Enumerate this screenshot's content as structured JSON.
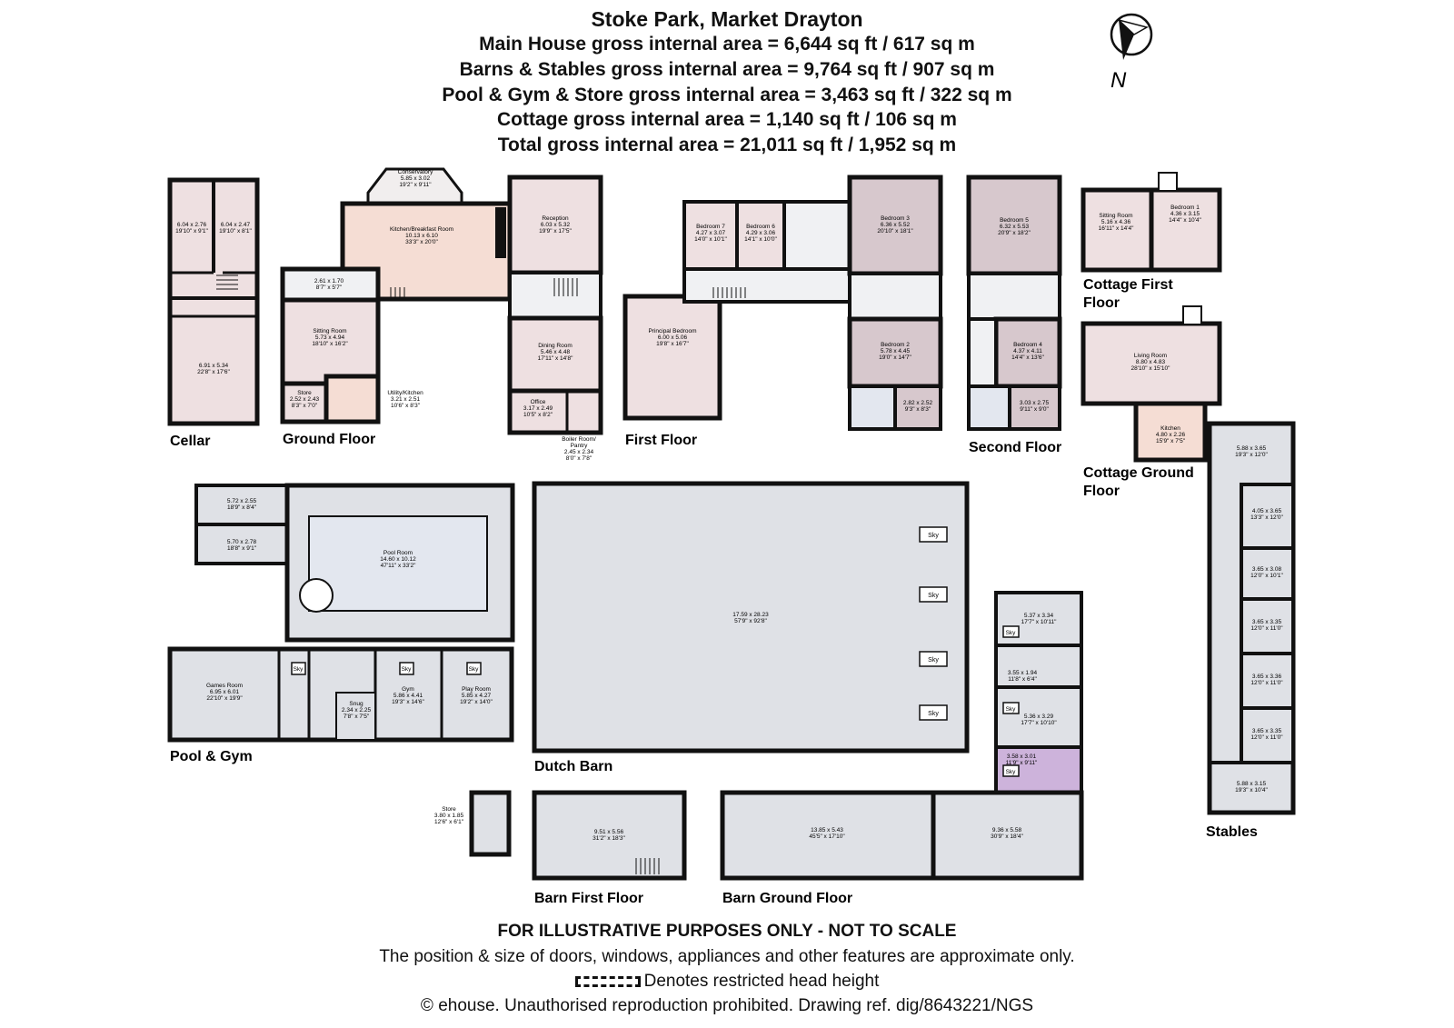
{
  "header": {
    "title": "Stoke Park, Market Drayton",
    "lines": [
      "Main House gross internal area = 6,644 sq ft / 617 sq m",
      "Barns & Stables gross internal area = 9,764 sq ft / 907 sq m",
      "Pool & Gym & Store gross internal area = 3,463 sq ft / 322 sq m",
      "Cottage gross internal area = 1,140 sq ft / 106 sq m",
      "Total gross internal area = 21,011 sq ft / 1,952 sq m"
    ]
  },
  "compass": {
    "label": "N"
  },
  "sections": {
    "cellar": "Cellar",
    "ground_floor": "Ground Floor",
    "first_floor": "First Floor",
    "second_floor": "Second Floor",
    "cottage_first_1": "Cottage First",
    "cottage_first_2": "Floor",
    "cottage_ground_1": "Cottage Ground",
    "cottage_ground_2": "Floor",
    "pool_gym": "Pool & Gym",
    "dutch_barn": "Dutch Barn",
    "barn_first": "Barn First Floor",
    "barn_ground": "Barn Ground Floor",
    "stables": "Stables"
  },
  "rooms": {
    "cellar_a": [
      "6.04 x 2.76",
      "19'10\" x 9'1\""
    ],
    "cellar_b": [
      "6.04 x 2.47",
      "19'10\" x 8'1\""
    ],
    "cellar_c": [
      "6.91 x 5.34",
      "22'8\" x 17'6\""
    ],
    "conservatory": [
      "Conservatory",
      "5.85 x 3.02",
      "19'2\" x 9'11\""
    ],
    "kitchen": [
      "Kitchen/Breakfast Room",
      "10.13 x 6.10",
      "33'3\" x 20'0\""
    ],
    "reception": [
      "Reception",
      "6.03 x 5.32",
      "19'9\" x 17'5\""
    ],
    "hall_small": [
      "2.61 x 1.70",
      "8'7\" x 5'7\""
    ],
    "sitting": [
      "Sitting Room",
      "5.73 x 4.94",
      "18'10\" x 16'2\""
    ],
    "store_gf": [
      "Store",
      "2.52 x 2.43",
      "8'3\" x 7'0\""
    ],
    "utility": [
      "Utility/Kitchen",
      "3.21 x 2.51",
      "10'6\" x 8'3\""
    ],
    "dining": [
      "Dining Room",
      "5.46 x 4.48",
      "17'11\" x 14'8\""
    ],
    "office": [
      "Office",
      "3.17 x 2.49",
      "10'5\" x 8'2\""
    ],
    "boiler": [
      "Boiler Room/",
      "Pantry",
      "2.45 x 2.34",
      "8'0\" x 7'8\""
    ],
    "bed7": [
      "Bedroom 7",
      "4.27 x 3.07",
      "14'0\" x 10'1\""
    ],
    "bed6": [
      "Bedroom 6",
      "4.29 x 3.06",
      "14'1\" x 10'0\""
    ],
    "principal": [
      "Principal Bedroom",
      "6.00 x 5.06",
      "19'8\" x 16'7\""
    ],
    "bed3": [
      "Bedroom 3",
      "6.36 x 5.52",
      "20'10\" x 18'1\""
    ],
    "bed2": [
      "Bedroom 2",
      "5.78 x 4.45",
      "19'0\" x 14'7\""
    ],
    "ff_small": [
      "2.82 x 2.52",
      "9'3\" x 8'3\""
    ],
    "bed5": [
      "Bedroom 5",
      "6.32 x 5.53",
      "20'9\" x 18'2\""
    ],
    "bed4": [
      "Bedroom 4",
      "4.37 x 4.11",
      "14'4\" x 13'6\""
    ],
    "sf_small": [
      "3.03 x 2.75",
      "9'11\" x 9'0\""
    ],
    "c_sitting": [
      "Sitting Room",
      "5.16 x 4.36",
      "16'11\" x 14'4\""
    ],
    "c_bed1": [
      "Bedroom 1",
      "4.36 x 3.15",
      "14'4\" x 10'4\""
    ],
    "c_living": [
      "Living Room",
      "8.80 x 4.83",
      "28'10\" x 15'10\""
    ],
    "c_kitchen": [
      "Kitchen",
      "4.80 x 2.26",
      "15'9\" x 7'5\""
    ],
    "pool_store1": [
      "5.72 x 2.55",
      "18'9\" x 8'4\""
    ],
    "pool_store2": [
      "5.70 x 2.78",
      "18'8\" x 9'1\""
    ],
    "pool_room": [
      "Pool Room",
      "14.60 x 10.12",
      "47'11\" x 33'2\""
    ],
    "games": [
      "Games Room",
      "6.95 x 6.01",
      "22'10\" x 19'9\""
    ],
    "snug": [
      "Snug",
      "2.34 x 2.25",
      "7'8\" x 7'5\""
    ],
    "gym": [
      "Gym",
      "5.86 x 4.41",
      "19'3\" x 14'6\""
    ],
    "play": [
      "Play Room",
      "5.85 x 4.27",
      "19'2\" x 14'0\""
    ],
    "dutch": [
      "17.59 x 28.23",
      "57'9\" x 92'8\""
    ],
    "yard1": [
      "5.37 x 3.34",
      "17'7\" x 10'11\""
    ],
    "yard2": [
      "3.55 x 1.94",
      "11'8\" x 6'4\""
    ],
    "yard3": [
      "5.36 x 3.29",
      "17'7\" x 10'10\""
    ],
    "yard4": [
      "3.58 x 3.01",
      "11'9\" x 9'11\""
    ],
    "store_small": [
      "Store",
      "3.80 x 1.85",
      "12'6\" x 6'1\""
    ],
    "barn_ff": [
      "9.51 x 5.56",
      "31'2\" x 18'3\""
    ],
    "barn_gf1": [
      "13.85 x 5.43",
      "45'5\" x 17'10\""
    ],
    "barn_gf2": [
      "9.36 x 5.58",
      "30'9\" x 18'4\""
    ],
    "st1": [
      "5.88 x 3.65",
      "19'3\" x 12'0\""
    ],
    "st2": [
      "4.05 x 3.65",
      "13'3\" x 12'0\""
    ],
    "st3": [
      "3.65 x 3.08",
      "12'0\" x 10'1\""
    ],
    "st4": [
      "3.65 x 3.35",
      "12'0\" x 11'0\""
    ],
    "st5": [
      "3.65 x 3.36",
      "12'0\" x 11'0\""
    ],
    "st6": [
      "3.65 x 3.35",
      "12'0\" x 11'0\""
    ],
    "st7": [
      "5.88 x 3.15",
      "19'3\" x 10'4\""
    ]
  },
  "sky_label": "Sky",
  "colors": {
    "wall": "#111111",
    "grey": "#dfe1e6",
    "pink": "#eee0e1",
    "mauve": "#d7c8cd",
    "peach": "#f5ddd4",
    "blue": "#e3e7ef",
    "purple": "#cdb3db"
  },
  "footer": {
    "disclaimer": "FOR ILLUSTRATIVE PURPOSES ONLY - NOT TO SCALE",
    "note": "The position & size of doors, windows, appliances and other features are approximate only.",
    "legend": "Denotes restricted head height",
    "copyright": "© ehouse. Unauthorised reproduction prohibited. Drawing ref. dig/8643221/NGS"
  }
}
